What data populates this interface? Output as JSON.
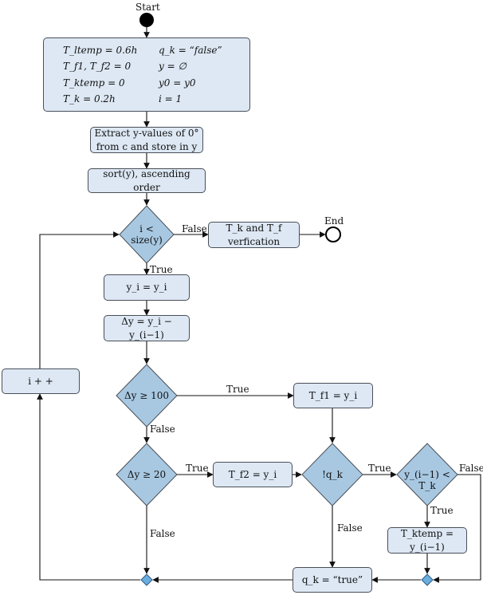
{
  "start_label": "Start",
  "end_label": "End",
  "init_block": {
    "lines": [
      [
        "T_ltemp = 0.6h",
        "q_k = “false”"
      ],
      [
        "T_f1, T_f2 = 0",
        "y = ∅"
      ],
      [
        "T_ktemp = 0",
        "y0 = y0"
      ],
      [
        "T_k = 0.2h",
        "i = 1"
      ]
    ]
  },
  "extract_box": {
    "line1": "Extract y-values of 0°",
    "line2": "from c and store in y"
  },
  "sort_box": "sort(y), ascending order",
  "cond_i": {
    "line1": "i <",
    "line2": "size(y)"
  },
  "verify_box": "T_k and T_f verfication",
  "assign_yi": "y_i  =  y_i",
  "delta_box": "Δy = y_i − y_(i−1)",
  "incr_box": "i + +",
  "cond_100": "Δy ≥ 100",
  "cond_20": "Δy ≥ 20",
  "tf1_box": "T_f1 = y_i",
  "tf2_box": "T_f2 = y_i",
  "cond_qk": "!q_k",
  "cond_tk": "y_(i−1) < T_k",
  "tktemp_box": "T_ktemp = y_(i−1)",
  "qk_true_box": "q_k = “true”",
  "edge_labels": {
    "false": "False",
    "true": "True"
  },
  "colors": {
    "box_fill": "#dde8f4",
    "diamond_fill": "#a8c8e2",
    "stroke": "#4a4f57",
    "line": "#111111"
  }
}
